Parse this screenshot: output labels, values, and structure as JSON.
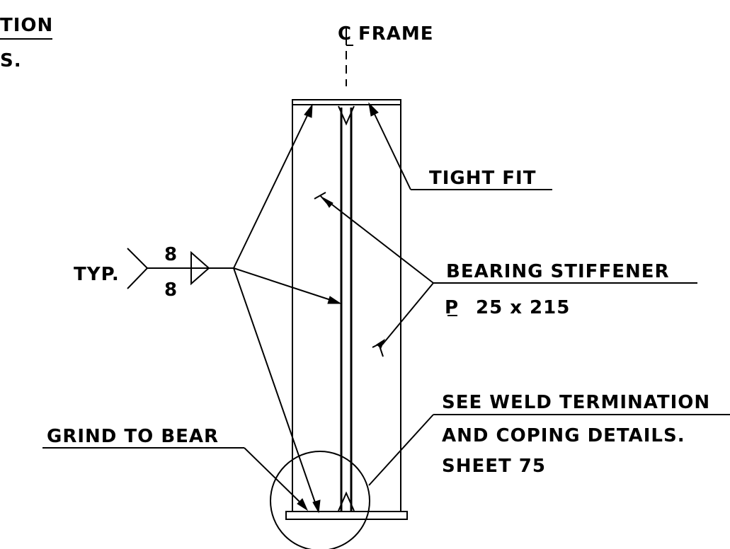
{
  "labels": {
    "top_left_line1": "TION",
    "top_left_line2": "S.",
    "centerline_symbol": "CL",
    "centerline_text": "FRAME",
    "tight_fit": "TIGHT FIT",
    "typ": "TYP.",
    "weld_size_top": "8",
    "weld_size_bottom": "8",
    "bearing_stiffener_line1": "BEARING STIFFENER",
    "bearing_stiffener_line2": "25 x 215",
    "plate_symbol": "PL",
    "see_weld_line1": "SEE WELD TERMINATION",
    "see_weld_line2": "AND COPING DETAILS.",
    "see_weld_line3": "SHEET 75",
    "grind_to_bear": "GRIND TO BEAR"
  }
}
